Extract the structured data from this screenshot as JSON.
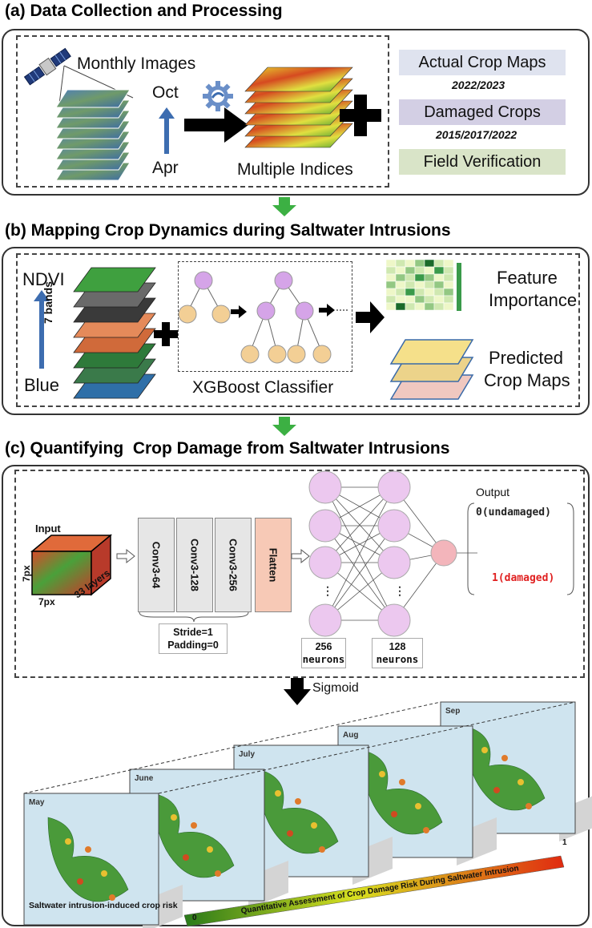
{
  "section_a": {
    "title": "(a) Data Collection and Processing",
    "monthly_images": "Monthly Images",
    "oct": "Oct",
    "apr": "Apr",
    "multiple_indices": "Multiple Indices",
    "actual_crop_maps": "Actual Crop Maps",
    "actual_years": "2022/2023",
    "damaged_crops": "Damaged Crops",
    "damaged_years": "2015/2017/2022",
    "field_verification": "Field Verification"
  },
  "section_b": {
    "title": "(b) Mapping Crop Dynamics during Saltwater Intrusions",
    "ndvi": "NDVI",
    "seven_bands": "7 bands",
    "blue": "Blue",
    "xgboost": "XGBoost Classifier",
    "feature_importance_1": "Feature",
    "feature_importance_2": "Importance",
    "predicted_1": "Predicted",
    "predicted_2": "Crop Maps"
  },
  "section_c": {
    "title": "(c) Quantifying  Crop Damage from Saltwater Intrusions",
    "input": "Input",
    "px_side": "7px",
    "px_bottom": "7px",
    "layers": "33 layers",
    "conv1": "Conv3-64",
    "conv2": "Conv3-128",
    "conv3": "Conv3-256",
    "flatten": "Flatten",
    "stride": "Stride=1",
    "padding": "Padding=0",
    "n256": "256",
    "n128": "128",
    "neurons": "neurons",
    "output": "Output",
    "undamaged": "0(undamaged)",
    "damaged": "1(damaged)",
    "sigmoid": "Sigmoid",
    "months": [
      "May",
      "June",
      "July",
      "Aug",
      "Sep"
    ],
    "risk_caption": "Saltwater intrusion-induced crop risk",
    "scale_caption": "Quantitative Assessment of Crop Damage Risk During Saltwater Intrusion",
    "scale_min": "0",
    "scale_max": "1"
  },
  "colors": {
    "actual_bg": "#dfe3ef",
    "damaged_bg": "#d3cfe4",
    "field_bg": "#d9e4c8",
    "flow_arrow": "#3cb043",
    "apr_oct_arrow": "#3d6db0",
    "damaged_text": "#e02020",
    "tree_root": "#d5a4e8",
    "tree_leaf": "#f3cf95",
    "neuron": "#ecc8ef",
    "output_neuron": "#f3b5bb",
    "flatten_bg": "#f7c9b6"
  }
}
